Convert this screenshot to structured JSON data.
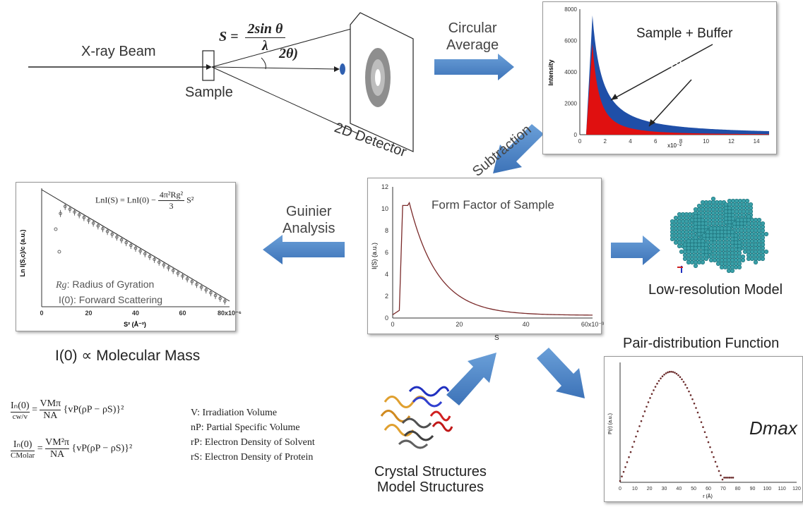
{
  "beam": {
    "label": "X-ray Beam",
    "sample_label": "Sample",
    "detector_label": "2D Detector",
    "formula_s": "S =",
    "formula_num": "2sin θ",
    "formula_den": "λ",
    "angle_label": "2θ)"
  },
  "arrows": {
    "circular": [
      "Circular",
      "Average"
    ],
    "subtraction": "Subtraction",
    "guinier": [
      "Guinier",
      "Analysis"
    ]
  },
  "raw_chart": {
    "ylabel": "Intensity",
    "xlabel": "x10⁻²",
    "annot_sample": "Sample + Buffer",
    "annot_buffer": "Buffer",
    "yticks": [
      "0",
      "2000",
      "4000",
      "6000",
      "8000"
    ],
    "xticks": [
      "0",
      "2",
      "4",
      "6",
      "8",
      "10",
      "12",
      "14"
    ],
    "colors": {
      "sample": "#1f4fa8",
      "buffer": "#e01010"
    }
  },
  "form_factor": {
    "title": "Form Factor of Sample",
    "ylabel": "I(S) (a.u.)",
    "xlabel": "S",
    "yticks": [
      "0",
      "2",
      "4",
      "6",
      "8",
      "10",
      "12"
    ],
    "xticks": [
      "0",
      "20",
      "40",
      "60x10⁻³"
    ]
  },
  "guinier": {
    "formula": "LnI(S) = LnI(0) −",
    "formula_frac_num": "4π²Rg²",
    "formula_frac_den": "3",
    "formula_tail": "S²",
    "ylabel": "Ln I(S,c)/c (a.u.)",
    "xlabel": "S² (Å⁻²)",
    "xticks": [
      "0",
      "20",
      "40",
      "60",
      "80x10⁻⁶"
    ],
    "rg_label": ": Radius of Gyration",
    "rg_symbol": "Rg",
    "i0_label": "I(0): Forward Scattering"
  },
  "mass": {
    "text": "I(0) ∝ Molecular Mass"
  },
  "equations": {
    "eq1_lhs_num": "Iₙ(0)",
    "eq1_lhs_den": "cw/v",
    "eq1_rhs_num": "VMπ",
    "eq1_rhs_den": "NA",
    "eq1_tail": "{vP(ρP − ρS)}²",
    "eq2_lhs_num": "Iₙ(0)",
    "eq2_lhs_den": "CMolar",
    "eq2_rhs_num": "VM²π",
    "eq2_rhs_den": "NA",
    "eq2_tail": "{vP(ρP − ρS)}²"
  },
  "legend": [
    "V: Irradiation Volume",
    "nP: Partial Specific Volume",
    "rP: Electron Density of Solvent",
    "rS: Electron Density of Protein"
  ],
  "model": {
    "label": "Low-resolution Model"
  },
  "crystal": {
    "line1": "Crystal Structures",
    "line2": "Model Structures"
  },
  "pdf": {
    "title": "Pair-distribution Function",
    "dmax": "Dmax",
    "ylabel": "P(r) (a.u.)",
    "xlabel": "r (Å)",
    "xticks": [
      "0",
      "10",
      "20",
      "30",
      "40",
      "50",
      "60",
      "70",
      "80",
      "90",
      "100",
      "110",
      "120"
    ]
  }
}
